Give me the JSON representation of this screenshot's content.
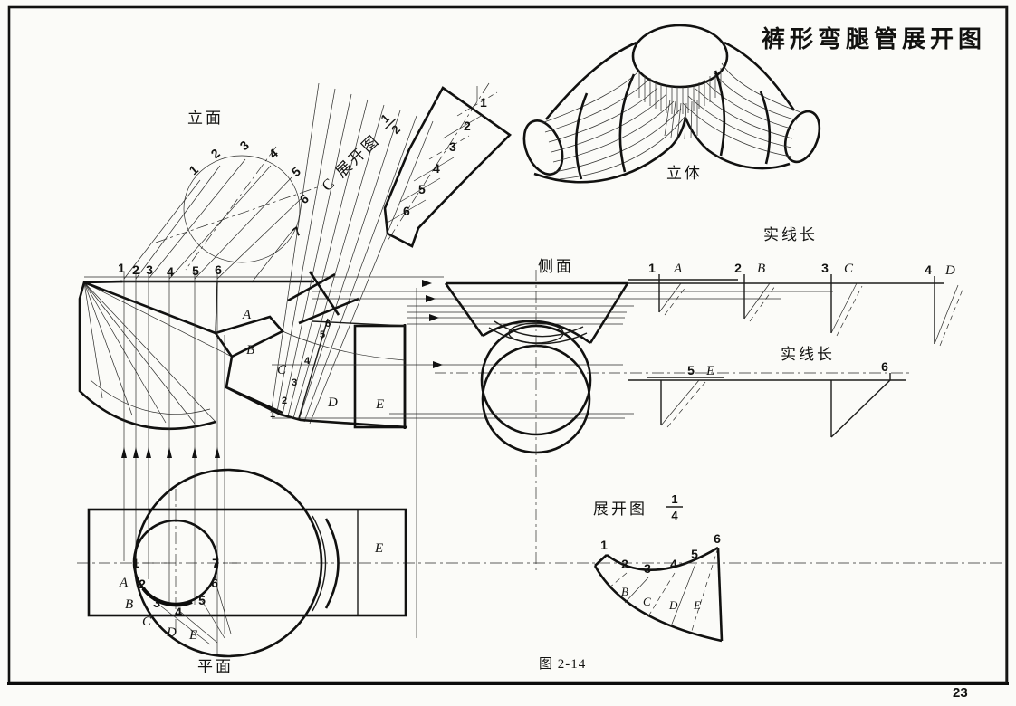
{
  "page": {
    "title": "裤形弯腿管展开图",
    "figure_caption": "图 2-14",
    "page_number": "23"
  },
  "views": {
    "elevation": {
      "label": "立面",
      "ellipse_numbers": [
        "1",
        "2",
        "3",
        "4",
        "5",
        "6",
        "7"
      ],
      "baseline_numbers": [
        "1",
        "2",
        "3",
        "4",
        "5",
        "6"
      ]
    },
    "c_development": {
      "label": "C 展开图",
      "scale_numerator": "1",
      "scale_denominator": "2",
      "strip_numbers": [
        "1",
        "2",
        "3",
        "4",
        "5",
        "6"
      ]
    },
    "band": {
      "letters": [
        "A",
        "B",
        "C",
        "D",
        "E"
      ],
      "numbers": [
        "1",
        "2",
        "3",
        "4",
        "5",
        "6"
      ]
    },
    "solid": {
      "label": "立体"
    },
    "side": {
      "label": "侧面"
    },
    "true_length_upper": {
      "label": "实线长",
      "stations": [
        {
          "number": "1",
          "letter": "A"
        },
        {
          "number": "2",
          "letter": "B"
        },
        {
          "number": "3",
          "letter": "C"
        },
        {
          "number": "4",
          "letter": "D"
        }
      ]
    },
    "true_length_lower": {
      "label": "实线长",
      "stations": [
        {
          "number": "5",
          "letter": "E"
        },
        {
          "number": "6",
          "letter": ""
        }
      ]
    },
    "quarter_development": {
      "label": "展开图",
      "scale_numerator": "1",
      "scale_denominator": "4",
      "numbers": [
        "1",
        "2",
        "3",
        "4",
        "5",
        "6"
      ],
      "letters": [
        "B",
        "C",
        "D",
        "E"
      ]
    },
    "plan": {
      "label": "平面",
      "numbers": [
        "1",
        "2",
        "3",
        "4",
        "5",
        "6",
        "7"
      ],
      "letters": [
        "A",
        "B",
        "C",
        "D",
        "E"
      ],
      "pipe_letter": "E"
    }
  }
}
